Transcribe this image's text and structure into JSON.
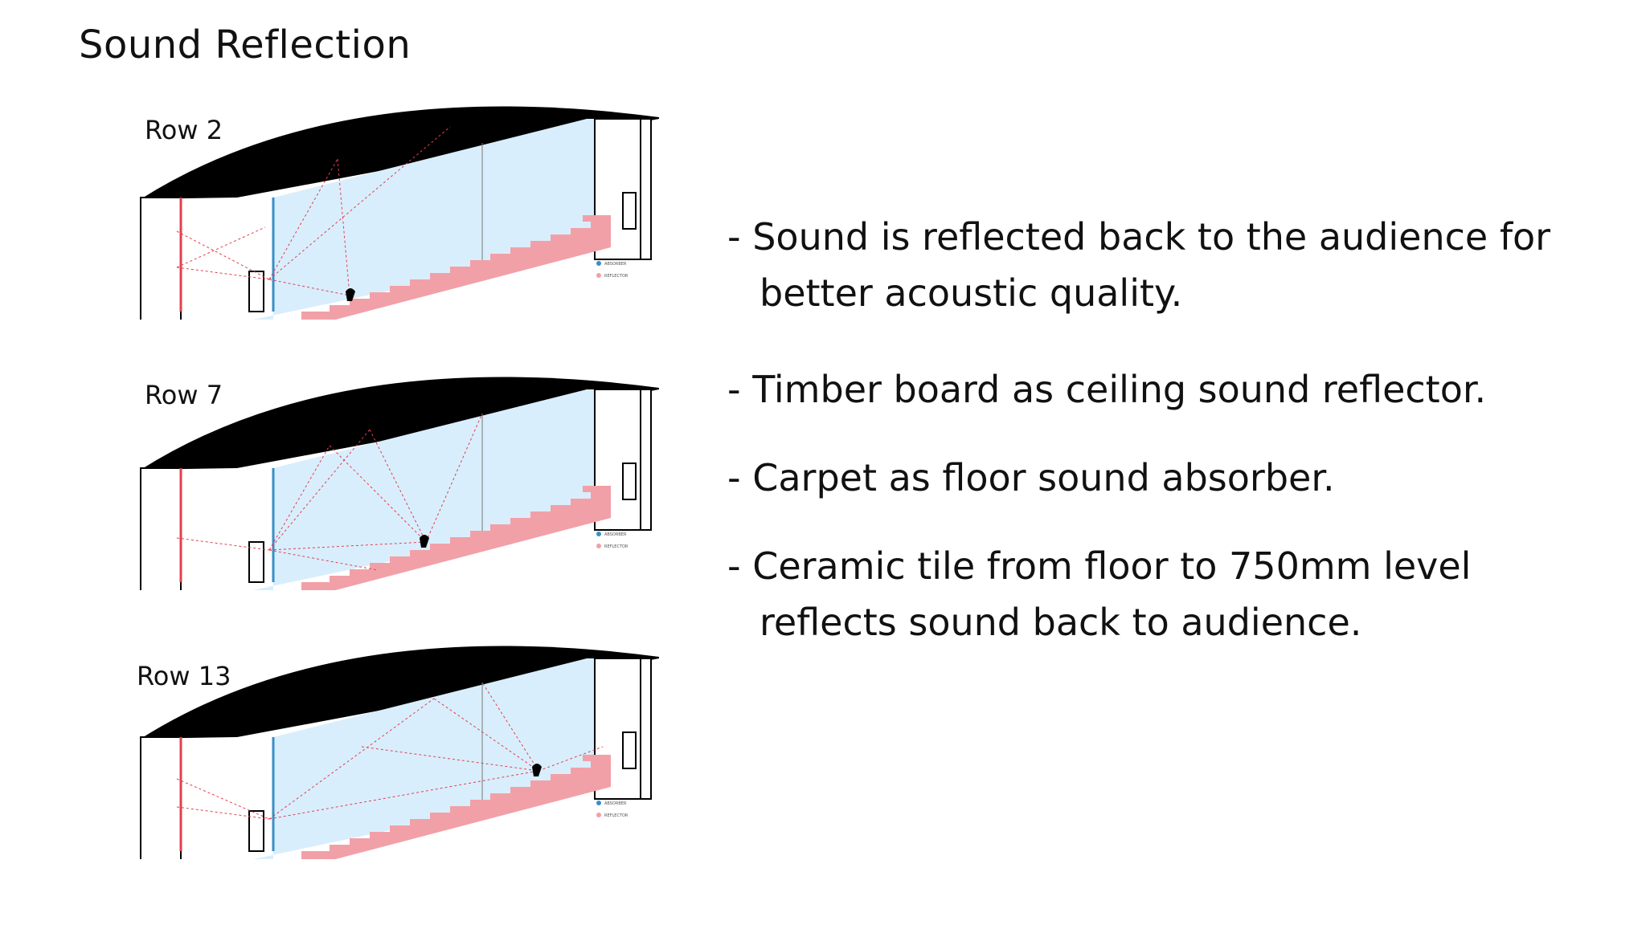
{
  "title": "Sound Reflection",
  "sections": [
    {
      "label": "Row 2",
      "legend": [
        "ABSORBER",
        "REFLECTOR"
      ]
    },
    {
      "label": "Row 7",
      "legend": [
        "ABSORBER",
        "REFLECTOR"
      ]
    },
    {
      "label": "Row 13",
      "legend": [
        "ABSORBER",
        "REFLECTOR"
      ]
    }
  ],
  "bullets": [
    "-  Sound is reflected back to the audience for better acoustic quality.",
    "- Timber board as ceiling sound reflector.",
    "- Carpet as floor sound absorber.",
    "- Ceramic tile from floor to 750mm level reflects sound back to audience."
  ],
  "colors": {
    "ceiling": "#000000",
    "wall_fill": "#d9eefc",
    "absorber": "#3a8fc8",
    "reflector": "#f2a0a8",
    "ray": "#e0404f"
  }
}
